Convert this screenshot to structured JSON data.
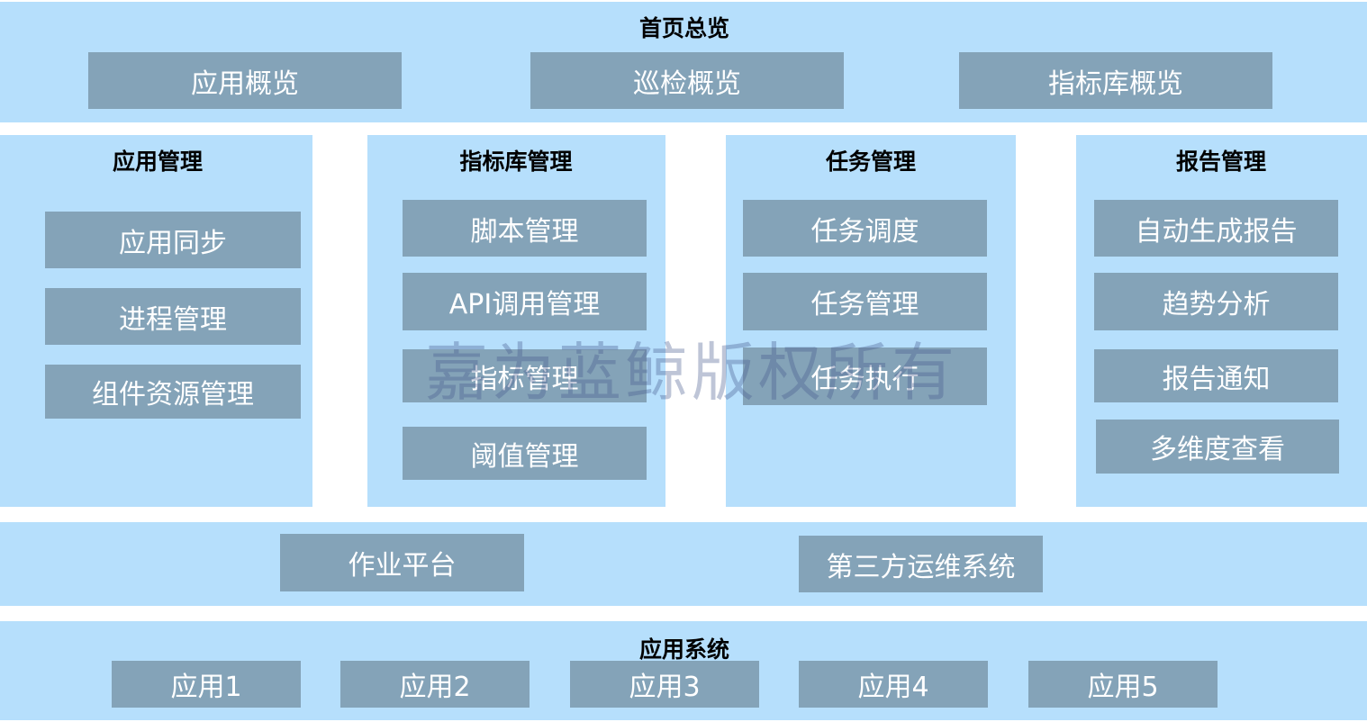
{
  "home": {
    "title": "首页总览",
    "items": [
      "应用概览",
      "巡检概览",
      "指标库概览"
    ]
  },
  "app_mgmt": {
    "title": "应用管理",
    "items": [
      "应用同步",
      "进程管理",
      "组件资源管理"
    ]
  },
  "metric_mgmt": {
    "title": "指标库管理",
    "items": [
      "脚本管理",
      "API调用管理",
      "指标管理",
      "阈值管理"
    ]
  },
  "task_mgmt": {
    "title": "任务管理",
    "items": [
      "任务调度",
      "任务管理",
      "任务执行"
    ]
  },
  "report_mgmt": {
    "title": "报告管理",
    "items": [
      "自动生成报告",
      "趋势分析",
      "报告通知",
      "多维度查看"
    ]
  },
  "platform": {
    "items": [
      "作业平台",
      "第三方运维系统"
    ]
  },
  "apps": {
    "title": "应用系统",
    "items": [
      "应用1",
      "应用2",
      "应用3",
      "应用4",
      "应用5"
    ]
  },
  "watermark": "嘉为蓝鲸版权所有"
}
